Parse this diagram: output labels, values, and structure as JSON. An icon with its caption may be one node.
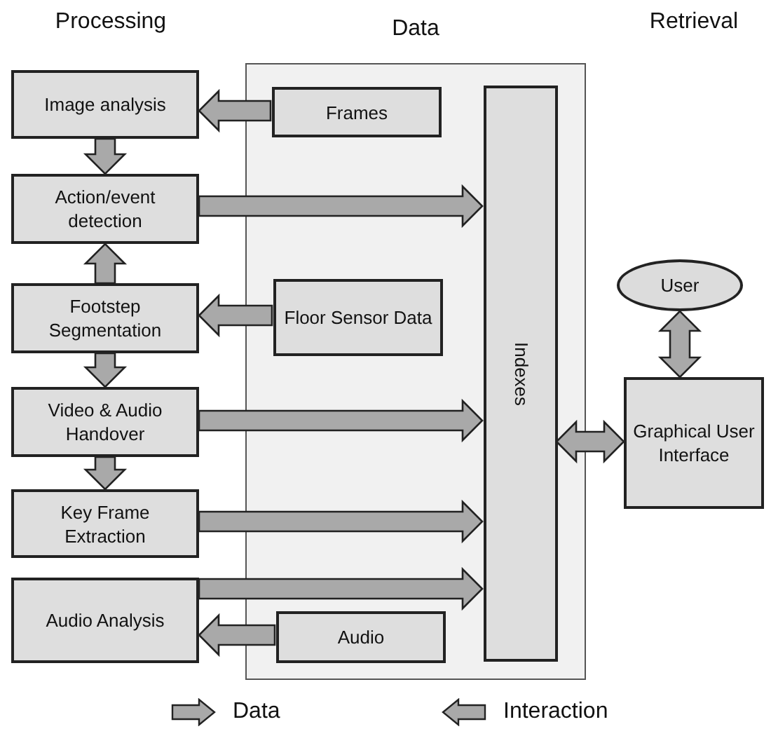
{
  "diagram": {
    "nodes": [
      {
        "text": [
          "Data"
        ]
      },
      {
        "text": [
          "Image analysis"
        ]
      },
      {
        "text": [
          "Frames"
        ],
        "in": 0
      },
      {
        "text": [
          "Action/event detection"
        ]
      },
      {
        "text": [
          "Footstep Segmentation"
        ]
      },
      {
        "text": [
          "Floor Sensor Data"
        ],
        "in": 0
      },
      {
        "text": [
          "Indexes"
        ],
        "in": 0
      },
      {
        "text": [
          "Video & Audio Handover"
        ]
      },
      {
        "text": [
          "Key Frame Extraction"
        ]
      },
      {
        "text": [
          "Audio Analysis"
        ]
      },
      {
        "text": [
          "Audio"
        ],
        "in": 0
      },
      {
        "text": [
          "User"
        ]
      },
      {
        "text": [
          "Graphical User Interface"
        ]
      }
    ],
    "edges": [
      {
        "from": 2,
        "to": 1,
        "arrow": "to"
      },
      {
        "from": 1,
        "to": 3,
        "arrow": "to"
      },
      {
        "from": 4,
        "to": 3,
        "arrow": "to"
      },
      {
        "from": 5,
        "to": 4,
        "arrow": "to"
      },
      {
        "from": 4,
        "to": 7,
        "arrow": "to"
      },
      {
        "from": 3,
        "to": 6,
        "arrow": "to"
      },
      {
        "from": 7,
        "to": 6,
        "arrow": "to"
      },
      {
        "from": 7,
        "to": 8,
        "arrow": "to"
      },
      {
        "from": 8,
        "to": 6,
        "arrow": "to"
      },
      {
        "from": 9,
        "to": 6,
        "arrow": "to"
      },
      {
        "from": 10,
        "to": 9,
        "arrow": "to"
      },
      {
        "from": 6,
        "to": 12,
        "arrow": "both"
      },
      {
        "from": 11,
        "to": 12,
        "arrow": "both"
      }
    ],
    "labels": [
      "Processing",
      "Retrieval"
    ],
    "legend": [
      {
        "text": "Data"
      },
      {
        "text": "Interaction"
      }
    ]
  }
}
